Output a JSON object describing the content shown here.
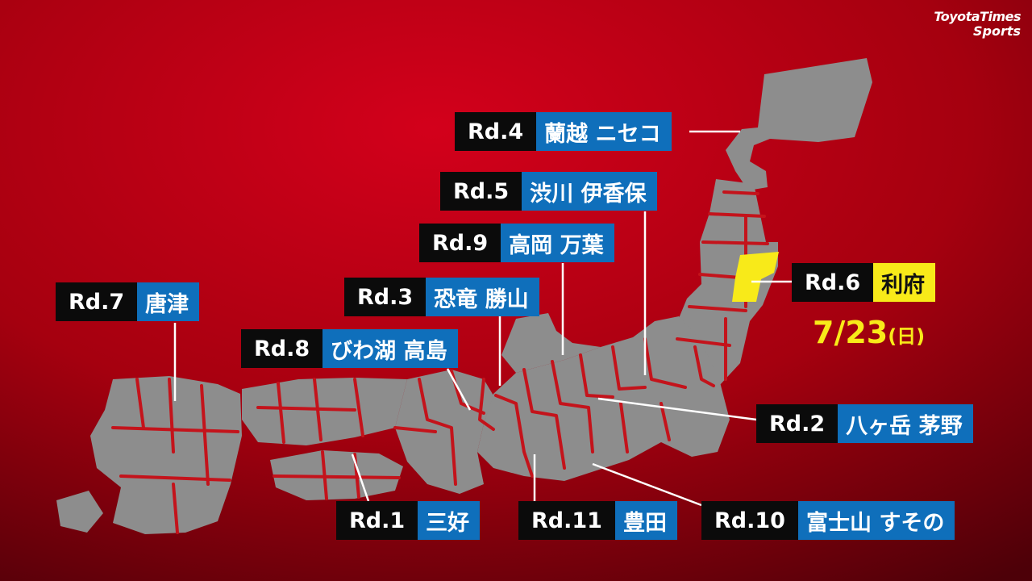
{
  "brand": {
    "line1": "ToyotaTimes",
    "line2": "Sports"
  },
  "highlight": {
    "round": "Rd.6",
    "venue": "利府",
    "date_main": "7/23",
    "date_day": "(日)",
    "color": "#f8ea19"
  },
  "colors": {
    "background_center": "#d3001b",
    "background_edge": "#4d0008",
    "land": "#8d8d8d",
    "prefecture_border": "#c4131b",
    "round_tag": "#0b0b0b",
    "venue_tag": "#0f6fbb"
  },
  "venues": [
    {
      "id": "rd4",
      "round": "Rd.4",
      "name": "蘭越 ニセコ"
    },
    {
      "id": "rd5",
      "round": "Rd.5",
      "name": "渋川 伊香保"
    },
    {
      "id": "rd9",
      "round": "Rd.9",
      "name": "高岡 万葉"
    },
    {
      "id": "rd6",
      "round": "Rd.6",
      "name": "利府"
    },
    {
      "id": "rd3",
      "round": "Rd.3",
      "name": "恐竜 勝山"
    },
    {
      "id": "rd7",
      "round": "Rd.7",
      "name": "唐津"
    },
    {
      "id": "rd8",
      "round": "Rd.8",
      "name": "びわ湖 高島"
    },
    {
      "id": "rd2",
      "round": "Rd.2",
      "name": "八ヶ岳 茅野"
    },
    {
      "id": "rd1",
      "round": "Rd.1",
      "name": "三好"
    },
    {
      "id": "rd11",
      "round": "Rd.11",
      "name": "豊田"
    },
    {
      "id": "rd10",
      "round": "Rd.10",
      "name": "富士山 すその"
    }
  ]
}
